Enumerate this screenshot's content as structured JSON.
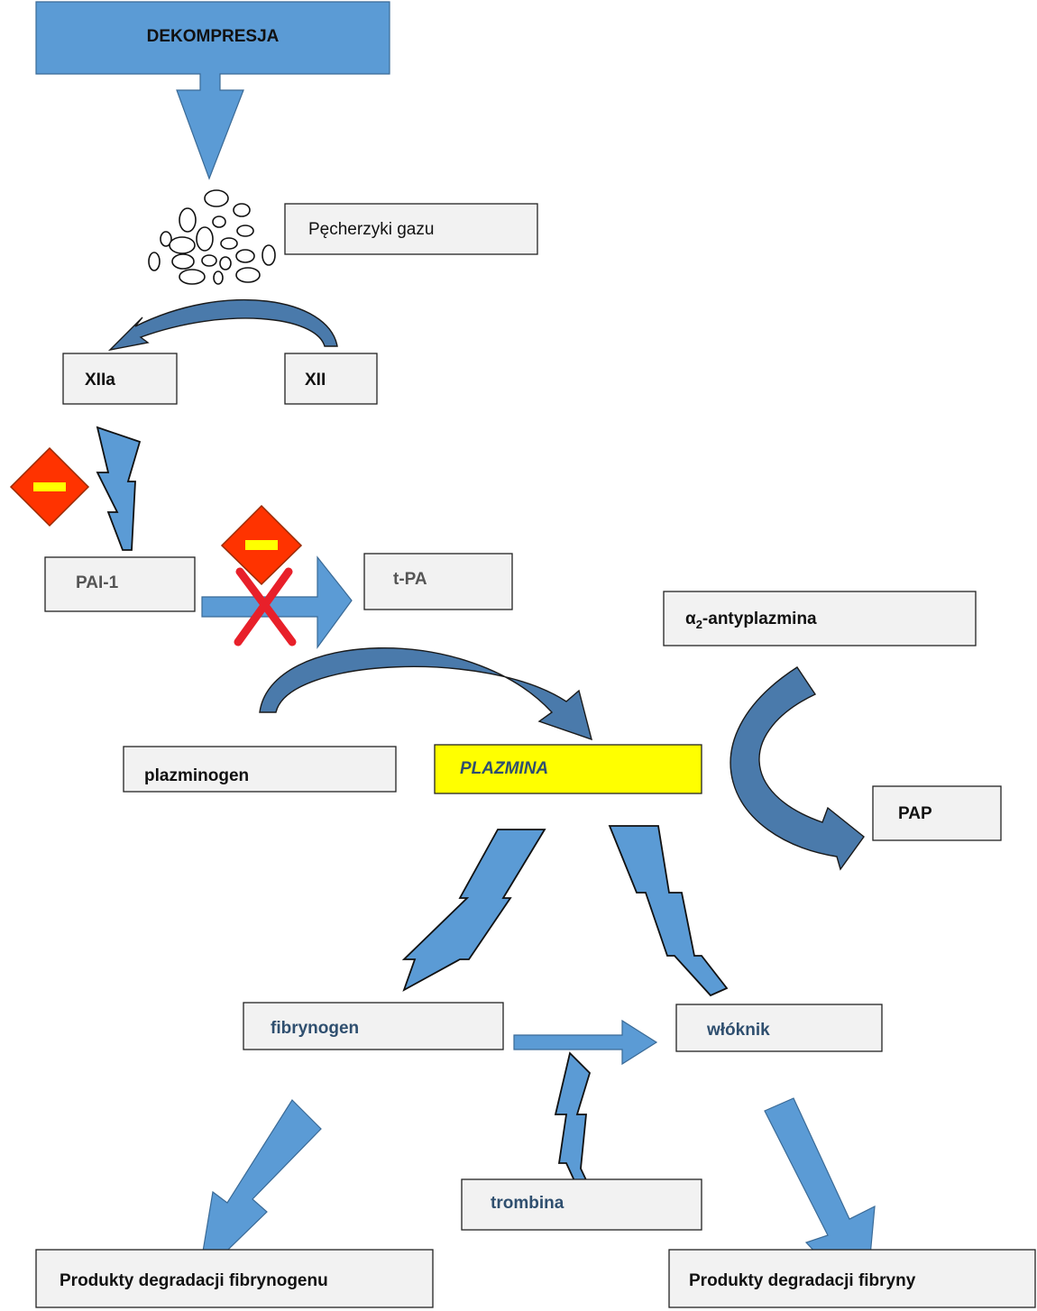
{
  "nodes": {
    "dekompresja": "DEKOMPRESJA",
    "pecherzyki": "Pęcherzyki gazu",
    "xiia": "XIIa",
    "xii": "XII",
    "pai1": "PAI-1",
    "tpa": "t-PA",
    "alpha_prefix": "α",
    "alpha_sub": "2",
    "alpha_suffix": "-antyplazmina",
    "plazminogen": "plazminogen",
    "plazmina": "PLAZMINA",
    "pap": "PAP",
    "fibrynogen": "fibrynogen",
    "wloknik": "włóknik",
    "trombina": "trombina",
    "produkty_fibrynogenu": "Produkty degradacji fibrynogenu",
    "produkty_fibryny": "Produkty degradacji fibryny"
  },
  "symbols": {
    "inhibition": "−",
    "blocked": "X"
  },
  "colors": {
    "arrow": "#5b9bd5",
    "box_fill": "#f2f2f2",
    "plazmina_fill": "#ffff00",
    "inhibitor_fill": "#ff3300",
    "inhibitor_bar": "#ffff00",
    "cross": "#e8202a"
  }
}
